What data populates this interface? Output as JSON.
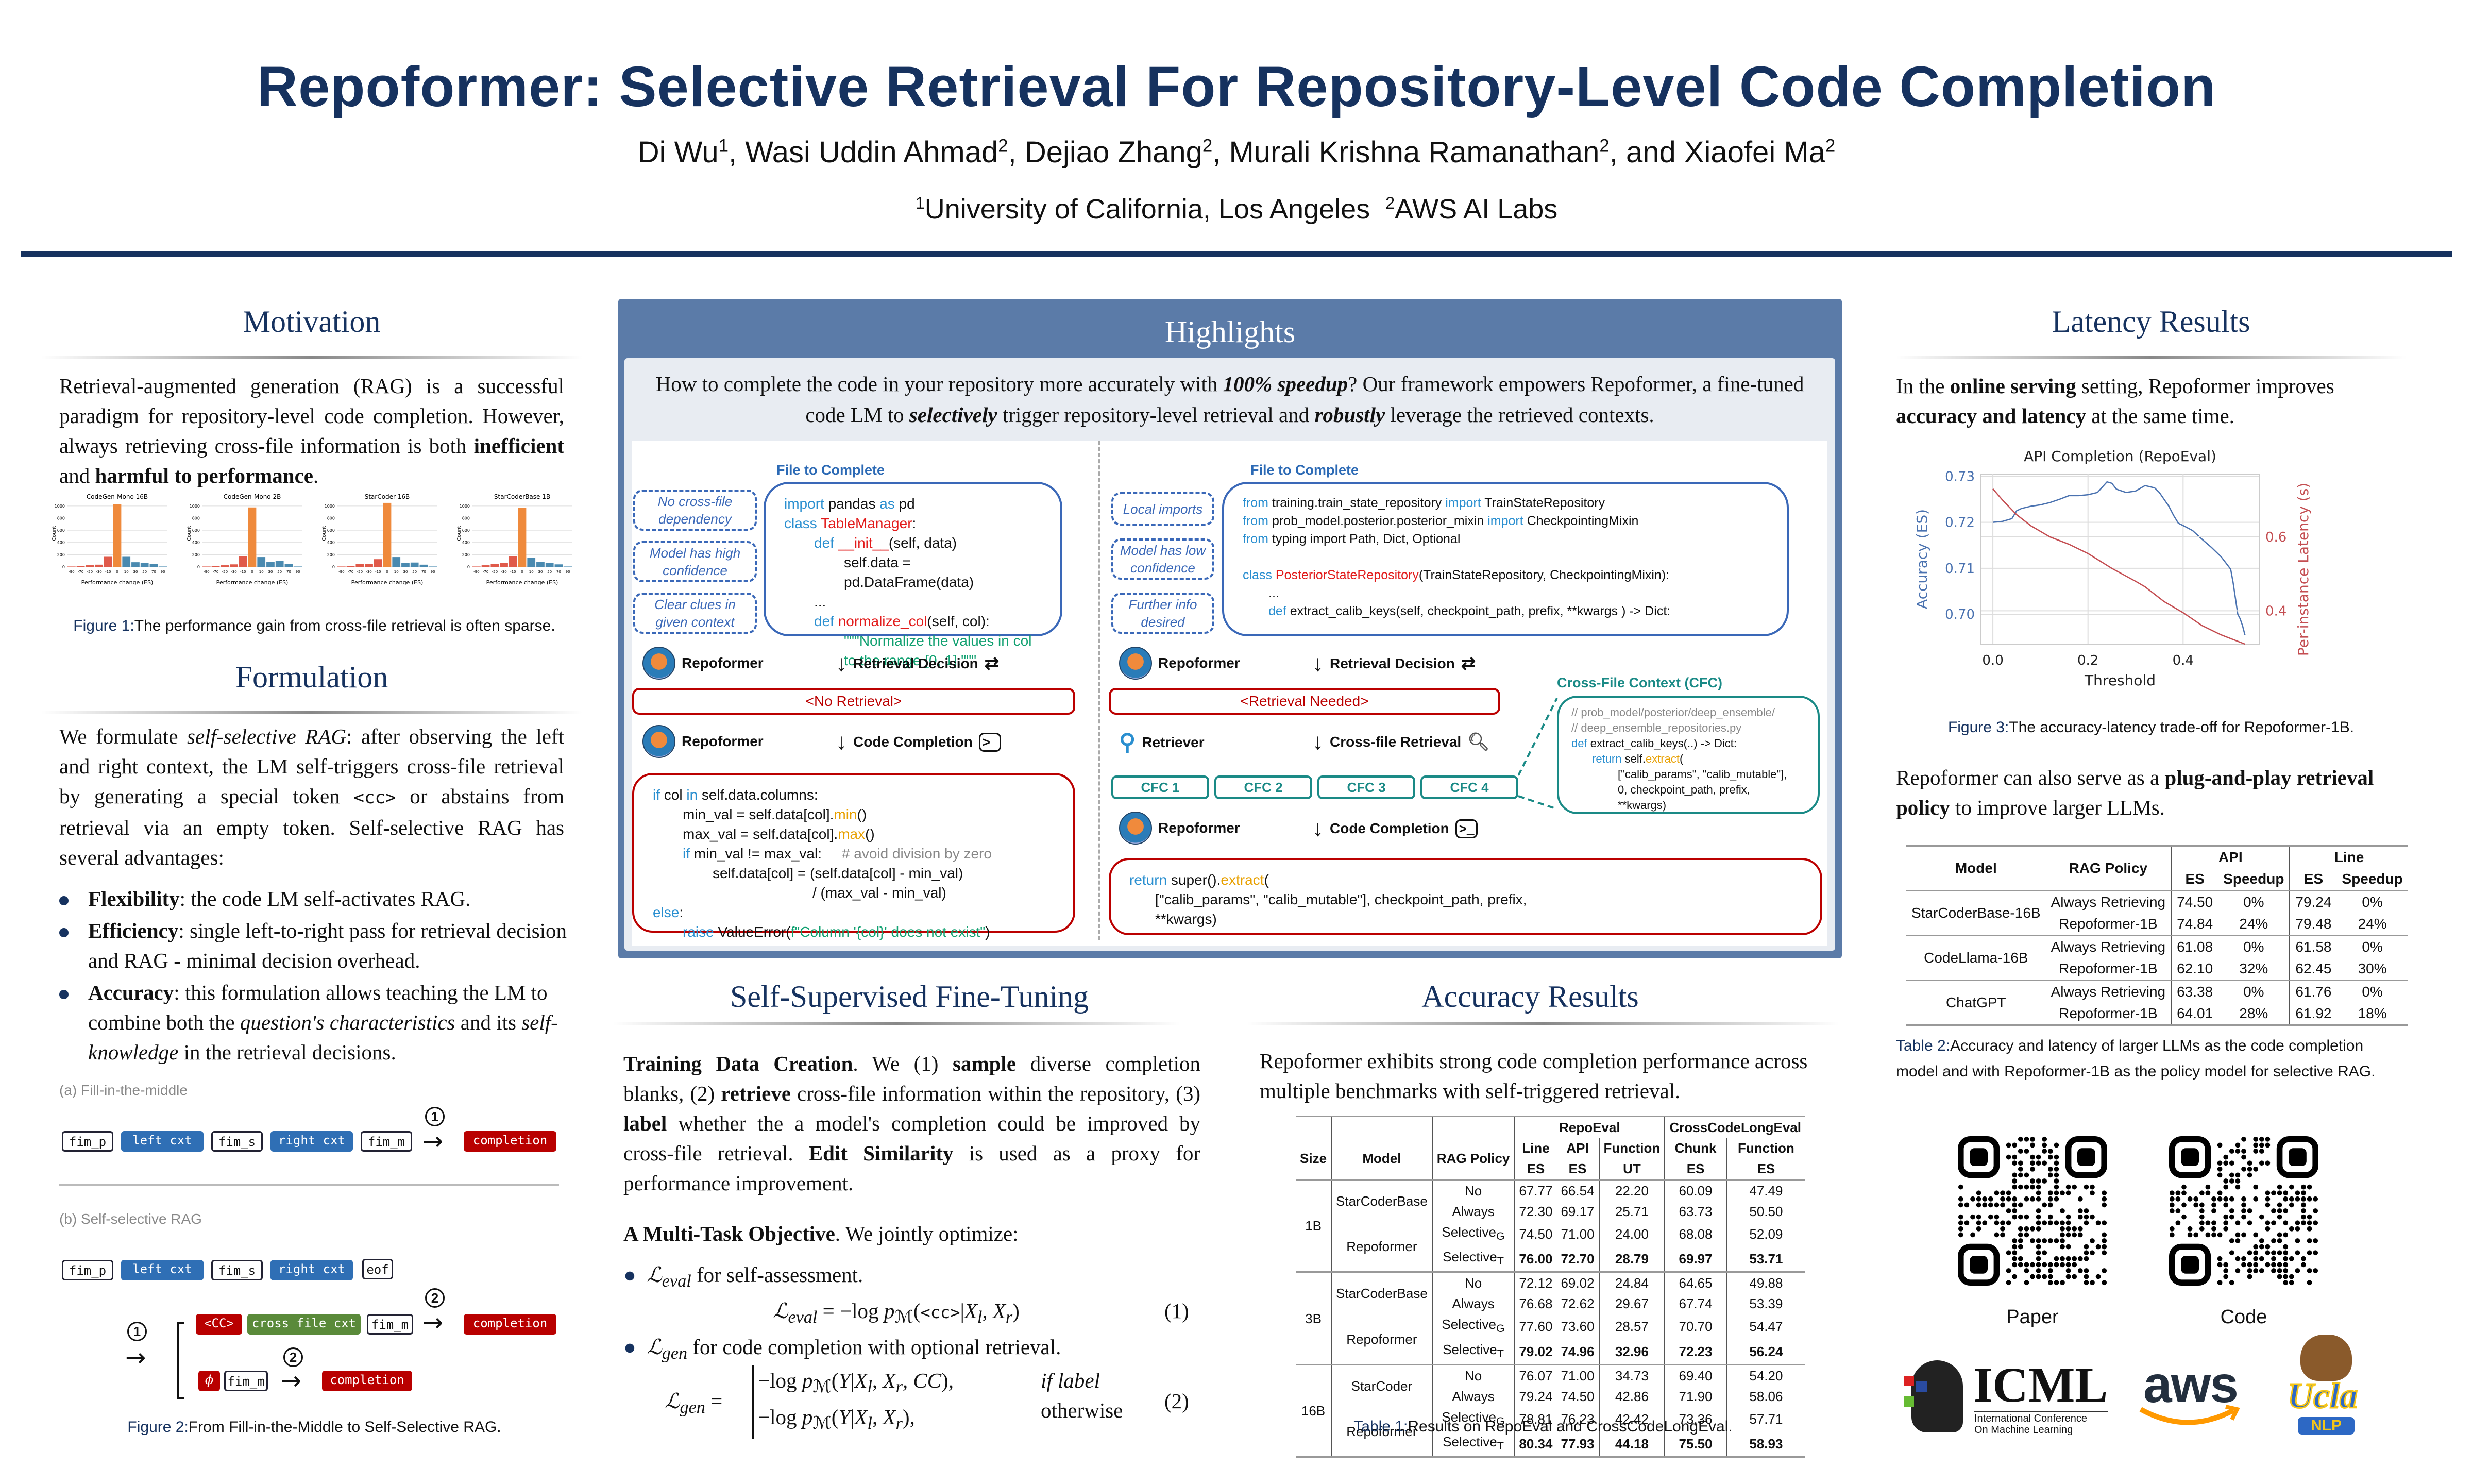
{
  "header": {
    "title": "Repoformer: Selective Retrieval For Repository-Level Code Completion",
    "authors": [
      {
        "name": "Di Wu",
        "aff": "1"
      },
      {
        "name": "Wasi Uddin Ahmad",
        "aff": "2"
      },
      {
        "name": "Dejiao Zhang",
        "aff": "2"
      },
      {
        "name": "Murali Krishna Ramanathan",
        "aff": "2"
      },
      {
        "name": "Xiaofei Ma",
        "aff": "2"
      }
    ],
    "authors_sep": ", ",
    "authors_and": ", and ",
    "affiliations": [
      {
        "num": "1",
        "name": "University of California, Los Angeles"
      },
      {
        "num": "2",
        "name": "AWS AI Labs"
      }
    ]
  },
  "motivation": {
    "title": "Motivation",
    "text_pre": "Retrieval-augmented generation (RAG) is a successful paradigm for repository-level code completion. However, always retrieving cross-file information is both ",
    "bold1": "inefficient",
    "text_mid": " and ",
    "bold2": "harmful to performance",
    "text_post": ".",
    "figure_label": "Figure 1:",
    "figure_caption": "The performance gain from cross-file retrieval is often sparse."
  },
  "chart_data": [
    {
      "type": "bar",
      "title": "CodeGen-Mono 16B",
      "xlabel": "Performance change (ES)",
      "ylabel": "Count",
      "categories": [
        "-90",
        "-70",
        "-50",
        "-30",
        "-10",
        "0",
        "10",
        "30",
        "50",
        "70",
        "90"
      ],
      "values": [
        5,
        15,
        25,
        35,
        165,
        1025,
        165,
        75,
        60,
        50,
        5
      ],
      "ylim": [
        0,
        1100
      ],
      "yticks": [
        0,
        200,
        400,
        600,
        800,
        1000
      ]
    },
    {
      "type": "bar",
      "title": "CodeGen-Mono 2B",
      "xlabel": "Performance change (ES)",
      "ylabel": "Count",
      "categories": [
        "-90",
        "-70",
        "-50",
        "-30",
        "-10",
        "0",
        "10",
        "30",
        "50",
        "70",
        "90"
      ],
      "values": [
        5,
        12,
        25,
        40,
        170,
        975,
        160,
        80,
        100,
        45,
        5
      ],
      "ylim": [
        0,
        1100
      ],
      "yticks": [
        0,
        200,
        400,
        600,
        800,
        1000
      ]
    },
    {
      "type": "bar",
      "title": "StarCoder 16B",
      "xlabel": "Performance change (ES)",
      "ylabel": "Count",
      "categories": [
        "-90",
        "-70",
        "-50",
        "-30",
        "-10",
        "0",
        "10",
        "30",
        "50",
        "70",
        "90"
      ],
      "values": [
        5,
        15,
        50,
        45,
        125,
        1050,
        160,
        60,
        70,
        35,
        5
      ],
      "ylim": [
        0,
        1100
      ],
      "yticks": [
        0,
        200,
        400,
        600,
        800,
        1000
      ]
    },
    {
      "type": "bar",
      "title": "StarCoderBase 1B",
      "xlabel": "Performance change (ES)",
      "ylabel": "Count",
      "categories": [
        "-90",
        "-70",
        "-50",
        "-30",
        "-10",
        "0",
        "10",
        "30",
        "50",
        "70",
        "90"
      ],
      "values": [
        5,
        25,
        50,
        60,
        175,
        970,
        150,
        80,
        65,
        40,
        5
      ],
      "ylim": [
        0,
        1100
      ],
      "yticks": [
        0,
        200,
        400,
        600,
        800,
        1000
      ]
    },
    {
      "type": "line",
      "title": "API Completion (RepoEval)",
      "xlabel": "Threshold",
      "xlim": [
        -0.025,
        0.56
      ],
      "xticks": [
        "0.0",
        "0.2",
        "0.4"
      ],
      "series": [
        {
          "name": "Accuracy (ES)",
          "axis": "left",
          "color": "#4a72b0",
          "ylim": [
            0.6935,
            0.7305
          ],
          "yticks": [
            "0.70",
            "0.71",
            "0.72",
            "0.73"
          ],
          "x": [
            0.0,
            0.02,
            0.04,
            0.05,
            0.06,
            0.08,
            0.1,
            0.12,
            0.14,
            0.16,
            0.18,
            0.2,
            0.22,
            0.24,
            0.25,
            0.26,
            0.28,
            0.3,
            0.32,
            0.34,
            0.35,
            0.36,
            0.37,
            0.38,
            0.39,
            0.4,
            0.42,
            0.44,
            0.46,
            0.48,
            0.5,
            0.505,
            0.51,
            0.515,
            0.52,
            0.525,
            0.53
          ],
          "y": [
            0.72,
            0.7202,
            0.7208,
            0.7225,
            0.723,
            0.7235,
            0.7238,
            0.7243,
            0.725,
            0.7258,
            0.7258,
            0.726,
            0.7265,
            0.7288,
            0.7285,
            0.7272,
            0.7265,
            0.7268,
            0.728,
            0.7275,
            0.7265,
            0.725,
            0.7235,
            0.7215,
            0.7198,
            0.7193,
            0.7182,
            0.7163,
            0.7145,
            0.7125,
            0.7098,
            0.707,
            0.7035,
            0.7,
            0.699,
            0.6975,
            0.6955
          ]
        },
        {
          "name": "Per-instance Latency (s)",
          "axis": "right",
          "color": "#c44e52",
          "ylim": [
            0.31,
            0.77
          ],
          "yticks": [
            "0.4",
            "0.6"
          ],
          "x": [
            0.0,
            0.02,
            0.05,
            0.08,
            0.12,
            0.16,
            0.2,
            0.25,
            0.3,
            0.32,
            0.36,
            0.4,
            0.44,
            0.48,
            0.53
          ],
          "y": [
            0.73,
            0.7,
            0.66,
            0.63,
            0.6,
            0.58,
            0.555,
            0.515,
            0.48,
            0.465,
            0.425,
            0.395,
            0.36,
            0.335,
            0.31
          ]
        }
      ]
    }
  ],
  "formulation": {
    "title": "Formulation",
    "p1": "We formulate ",
    "p1_it": "self-selective RAG",
    "p2": ": after observing the left and right context, the LM self-triggers cross-file retrieval by generating a special token ",
    "p2_code": "<cc>",
    "p3": " or abstains from retrieval via an empty token. Self-selective RAG has several advantages:",
    "advantages": [
      {
        "bold": "Flexibility",
        "text": ": the code LM self-activates RAG."
      },
      {
        "bold": "Efficiency",
        "text": ": single left-to-right pass for retrieval decision and RAG - minimal decision overhead."
      },
      {
        "bold": "Accuracy",
        "text": ": this formulation allows teaching the LM to combine both the ",
        "it1": "question's characteristics",
        "mid": " and its ",
        "it2": "self-knowledge",
        "end": " in the retrieval decisions."
      }
    ],
    "fig2": {
      "a_label": "(a) Fill-in-the-middle",
      "b_label": "(b) Self-selective RAG",
      "tokens_a": [
        "fim_p",
        "left cxt",
        "fim_s",
        "right cxt",
        "fim_m",
        "completion"
      ],
      "tokens_b": [
        "fim_p",
        "left cxt",
        "fim_s",
        "right cxt",
        "eof"
      ],
      "branch1": [
        "<CC>",
        "cross file cxt",
        "fim_m",
        "completion"
      ],
      "branch2": [
        "ϕ",
        "fim_m",
        "completion"
      ],
      "step1": "1",
      "step2": "2",
      "figure_label": "Figure 2:",
      "figure_caption": "From Fill-in-the-Middle to Self-Selective RAG."
    }
  },
  "highlights": {
    "title": "Highlights",
    "t1": "How to complete the code in your repository more accurately with ",
    "t1_b": "100% speedup",
    "t2": "? Our framework empowers Repoformer, a fine-tuned code LM to ",
    "t2_b": "selectively",
    "t3": " trigger repository-level retrieval and ",
    "t3_b": "robustly",
    "t4": " leverage the retrieved contexts.",
    "left": {
      "file_label": "File to Complete",
      "reasons": [
        "No cross-file dependency",
        "Model has high confidence",
        "Clear clues in given context"
      ],
      "repoformer": "Repoformer",
      "decision": "Retrieval Decision",
      "decision_out": "<No Retrieval>",
      "completion": "Code Completion"
    },
    "right": {
      "file_label": "File to Complete",
      "reasons": [
        "Local imports",
        "Model has low confidence",
        "Further info desired"
      ],
      "repoformer": "Repoformer",
      "decision": "Retrieval Decision",
      "decision_out": "<Retrieval Needed>",
      "retriever": "Retriever",
      "retrieval": "Cross-file Retrieval",
      "cfc_title": "Cross-File Context (CFC)",
      "cfcs": [
        "CFC 1",
        "CFC 2",
        "CFC 3",
        "CFC 4"
      ],
      "completion": "Code Completion"
    }
  },
  "sft": {
    "title": "Self-Supervised Fine-Tuning",
    "tdc_b": "Training Data Creation",
    "tdc_1": ". We (1) ",
    "tdc_s": "sample",
    "tdc_2": " diverse completion blanks, (2) ",
    "tdc_r": "retrieve",
    "tdc_3": " cross-file information within the repository, (3) ",
    "tdc_l": "label",
    "tdc_4": " whether the a model's completion could be improved by cross-file retrieval. ",
    "tdc_e": "Edit Similarity",
    "tdc_5": " is used as a proxy for performance improvement.",
    "mto_b": "A Multi-Task Objective",
    "mto": ". We jointly optimize:",
    "l_eval_desc": "for self-assessment.",
    "l_gen_desc": "for code completion with optional retrieval.",
    "eq1_num": "(1)",
    "eq2_num": "(2)",
    "eq2_if": "if label",
    "eq2_else": "otherwise"
  },
  "accuracy": {
    "title": "Accuracy Results",
    "text": "Repoformer exhibits strong code completion performance across multiple benchmarks with self-triggered retrieval.",
    "table_label": "Table 1:",
    "table_caption": "Results on RepoEval and CrossCodeLongEval.",
    "groups": [
      "RepoEval",
      "CrossCodeLongEval"
    ],
    "head1": [
      "Size",
      "Model",
      "RAG Policy",
      "Line",
      "API",
      "Function",
      "Chunk",
      "Function"
    ],
    "head2": [
      "ES",
      "ES",
      "UT",
      "ES",
      "ES"
    ],
    "rows": [
      {
        "size": "1B",
        "model": "StarCoderBase",
        "policy": "No",
        "v": [
          "67.77",
          "66.54",
          "22.20",
          "60.09",
          "47.49"
        ],
        "bold": false
      },
      {
        "size": "",
        "model": "",
        "policy": "Always",
        "v": [
          "72.30",
          "69.17",
          "25.71",
          "63.73",
          "50.50"
        ],
        "bold": false
      },
      {
        "size": "",
        "model": "Repoformer",
        "policy": "SelectiveG",
        "v": [
          "74.50",
          "71.00",
          "24.00",
          "68.08",
          "52.09"
        ],
        "bold": false
      },
      {
        "size": "",
        "model": "",
        "policy": "SelectiveT",
        "v": [
          "76.00",
          "72.70",
          "28.79",
          "69.97",
          "53.71"
        ],
        "bold": true
      },
      {
        "size": "3B",
        "model": "StarCoderBase",
        "policy": "No",
        "v": [
          "72.12",
          "69.02",
          "24.84",
          "64.65",
          "49.88"
        ],
        "bold": false
      },
      {
        "size": "",
        "model": "",
        "policy": "Always",
        "v": [
          "76.68",
          "72.62",
          "29.67",
          "67.74",
          "53.39"
        ],
        "bold": false
      },
      {
        "size": "",
        "model": "Repoformer",
        "policy": "SelectiveG",
        "v": [
          "77.60",
          "73.60",
          "28.57",
          "70.70",
          "54.47"
        ],
        "bold": false
      },
      {
        "size": "",
        "model": "",
        "policy": "SelectiveT",
        "v": [
          "79.02",
          "74.96",
          "32.96",
          "72.23",
          "56.24"
        ],
        "bold": true
      },
      {
        "size": "16B",
        "model": "StarCoder",
        "policy": "No",
        "v": [
          "76.07",
          "71.00",
          "34.73",
          "69.40",
          "54.20"
        ],
        "bold": false
      },
      {
        "size": "",
        "model": "",
        "policy": "Always",
        "v": [
          "79.24",
          "74.50",
          "42.86",
          "71.90",
          "58.06"
        ],
        "bold": false
      },
      {
        "size": "",
        "model": "Repoformer",
        "policy": "SelectiveG",
        "v": [
          "78.81",
          "76.23",
          "42.42",
          "73.36",
          "57.71"
        ],
        "bold": false
      },
      {
        "size": "",
        "model": "",
        "policy": "SelectiveT",
        "v": [
          "80.34",
          "77.93",
          "44.18",
          "75.50",
          "58.93"
        ],
        "bold": true
      }
    ]
  },
  "latency": {
    "title": "Latency Results",
    "p1": "In the ",
    "p1_b": "online serving",
    "p2": " setting, Repoformer improves ",
    "p2_b": "accuracy and latency",
    "p3": " at the same time.",
    "fig_label": "Figure 3:",
    "fig_caption": "The accuracy-latency trade-off for Repoformer-1B.",
    "plug_1": "Repoformer can also serve as a ",
    "plug_b": "plug-and-play retrieval policy",
    "plug_2": " to improve larger LLMs.",
    "t2_head": [
      "Model",
      "RAG Policy",
      "API",
      "Line"
    ],
    "t2_sub": [
      "ES",
      "Speedup",
      "ES",
      "Speedup"
    ],
    "t2_rows": [
      {
        "model": "StarCoderBase-16B",
        "policy": "Always Retrieving",
        "v": [
          "74.50",
          "0%",
          "79.24",
          "0%"
        ]
      },
      {
        "model": "",
        "policy": "Repoformer-1B",
        "v": [
          "74.84",
          "24%",
          "79.48",
          "24%"
        ]
      },
      {
        "model": "CodeLlama-16B",
        "policy": "Always Retrieving",
        "v": [
          "61.08",
          "0%",
          "61.58",
          "0%"
        ]
      },
      {
        "model": "",
        "policy": "Repoformer-1B",
        "v": [
          "62.10",
          "32%",
          "62.45",
          "30%"
        ]
      },
      {
        "model": "ChatGPT",
        "policy": "Always Retrieving",
        "v": [
          "63.38",
          "0%",
          "61.76",
          "0%"
        ]
      },
      {
        "model": "",
        "policy": "Repoformer-1B",
        "v": [
          "64.01",
          "28%",
          "61.92",
          "18%"
        ]
      }
    ],
    "t2_label": "Table 2:",
    "t2_caption": "Accuracy and latency of larger LLMs as the code completion model and with Repoformer-1B as the policy model for selective RAG."
  },
  "links": {
    "paper": "Paper",
    "code": "Code"
  },
  "logos": {
    "icml": "ICML",
    "icml_sub1": "International Conference",
    "icml_sub2": "On Machine Learning",
    "aws": "aws",
    "ucla": "Ucla",
    "nlp": "NLP"
  },
  "colors": {
    "navy": "#16325f",
    "panel": "#5b7ba8",
    "red": "#b90000",
    "teal": "#1a8a86",
    "blue": "#2f6fb5"
  }
}
